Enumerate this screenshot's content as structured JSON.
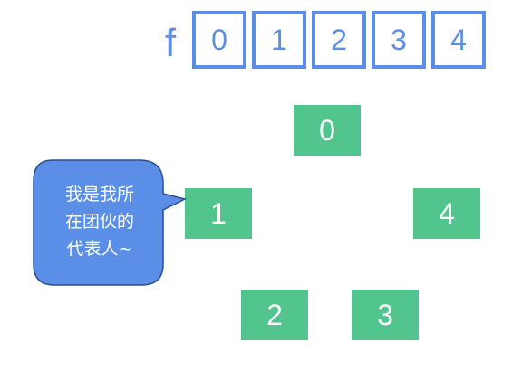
{
  "array": {
    "label": "f",
    "cells": [
      "0",
      "1",
      "2",
      "3",
      "4"
    ]
  },
  "nodes": [
    "0",
    "1",
    "2",
    "3",
    "4"
  ],
  "bubble": {
    "lines": [
      "我是我所",
      "在团伙的",
      "代表人~"
    ]
  },
  "colors": {
    "array_blue": "#5b8ee6",
    "node_green": "#52c48e",
    "bubble_fill": "#5b8ee6",
    "bubble_border": "#2b4f8f"
  }
}
